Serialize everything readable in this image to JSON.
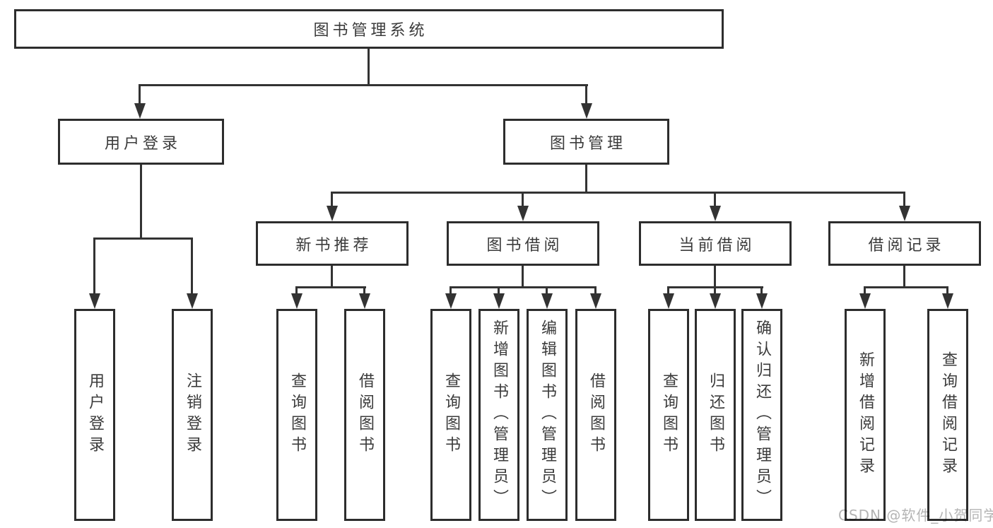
{
  "colors": {
    "background": "#ffffff",
    "box_background": "#ffffff",
    "box_border": "#2d2d2d",
    "line": "#333333",
    "text": "#3b3b3b",
    "watermark": "#b4b4b4"
  },
  "diagram": {
    "root": {
      "label": "图书管理系统"
    },
    "user": {
      "label": "用户登录",
      "children": {
        "login": {
          "label": "用户登录"
        },
        "logout": {
          "label": "注销登录"
        }
      }
    },
    "book": {
      "label": "图书管理",
      "groups": {
        "recommend": {
          "label": "新书推荐",
          "children": {
            "query": {
              "label": "查询图书"
            },
            "borrow": {
              "label": "借阅图书"
            }
          }
        },
        "lending": {
          "label": "图书借阅",
          "children": {
            "query": {
              "label": "查询图书"
            },
            "add": {
              "label": "新增图书（管理员）"
            },
            "edit": {
              "label": "编辑图书（管理员）"
            },
            "borrow": {
              "label": "借阅图书"
            }
          }
        },
        "current": {
          "label": "当前借阅",
          "children": {
            "query": {
              "label": "查询图书"
            },
            "return": {
              "label": "归还图书"
            },
            "confirm": {
              "label": "确认归还（管理员）"
            }
          }
        },
        "records": {
          "label": "借阅记录",
          "children": {
            "add": {
              "label": "新增借阅记录"
            },
            "query": {
              "label": "查询借阅记录"
            }
          }
        }
      }
    },
    "watermark": "CSDN @软件_小贺同学"
  }
}
